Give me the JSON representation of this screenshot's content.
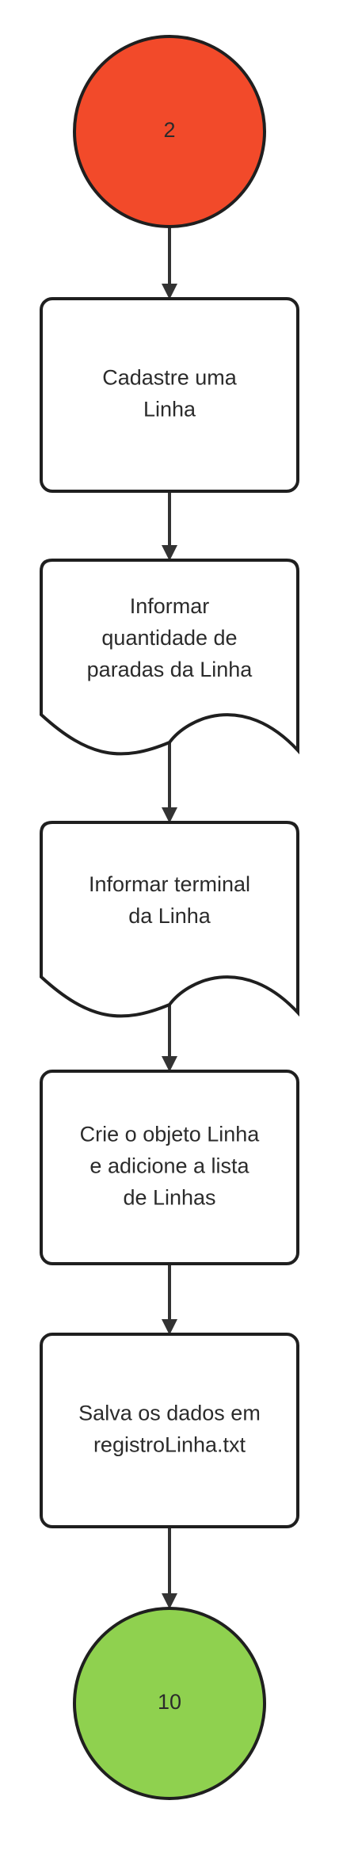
{
  "diagram": {
    "nodes": [
      {
        "id": "start",
        "shape": "circle",
        "lines": [
          "2"
        ],
        "fill": "#f24a2a"
      },
      {
        "id": "cadastre",
        "shape": "process",
        "lines": [
          "Cadastre uma",
          "Linha"
        ],
        "fill": "#ffffff"
      },
      {
        "id": "paradas",
        "shape": "document",
        "lines": [
          "Informar",
          "quantidade de",
          "paradas da Linha"
        ],
        "fill": "#ffffff"
      },
      {
        "id": "terminal",
        "shape": "document",
        "lines": [
          "Informar terminal",
          "da Linha"
        ],
        "fill": "#ffffff"
      },
      {
        "id": "objeto",
        "shape": "process",
        "lines": [
          "Crie o objeto Linha",
          "e adicione a lista",
          "de Linhas"
        ],
        "fill": "#ffffff"
      },
      {
        "id": "salva",
        "shape": "process",
        "lines": [
          "Salva os dados em",
          "registroLinha.txt"
        ],
        "fill": "#ffffff"
      },
      {
        "id": "end",
        "shape": "circle",
        "lines": [
          "10"
        ],
        "fill": "#8fd14f"
      }
    ],
    "edges": [
      {
        "from": "start",
        "to": "cadastre"
      },
      {
        "from": "cadastre",
        "to": "paradas"
      },
      {
        "from": "paradas",
        "to": "terminal"
      },
      {
        "from": "terminal",
        "to": "objeto"
      },
      {
        "from": "objeto",
        "to": "salva"
      },
      {
        "from": "salva",
        "to": "end"
      }
    ],
    "colors": {
      "stroke": "#1f1f1f",
      "arrow": "#333333",
      "text": "#2b2b2b"
    }
  }
}
